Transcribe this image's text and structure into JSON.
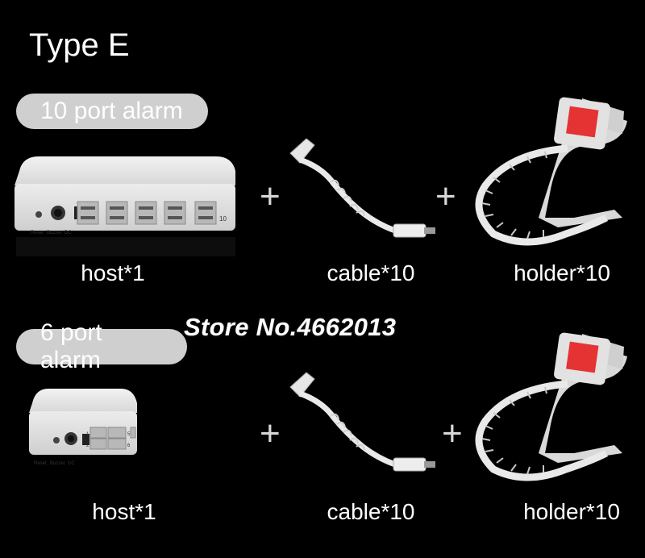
{
  "title": "Type E",
  "watermark": "Store No.4662013",
  "sections": [
    {
      "badge": "10 port alarm",
      "items": [
        {
          "label": "host*1",
          "host_panel_labels": [
            "Reset",
            "Buzzer",
            "DC"
          ],
          "port_number": "10"
        },
        {
          "symbol": "+"
        },
        {
          "label": "cable*10"
        },
        {
          "symbol": "+"
        },
        {
          "label": "holder*10"
        }
      ]
    },
    {
      "badge": "6 port alarm",
      "items": [
        {
          "label": "host*1",
          "host_panel_labels": [
            "Reset",
            "Buzzer",
            "DC"
          ],
          "port_numbers": [
            "1",
            "2",
            "5",
            "6"
          ]
        },
        {
          "symbol": "+"
        },
        {
          "label": "cable*10"
        },
        {
          "symbol": "+"
        },
        {
          "label": "holder*10"
        }
      ]
    }
  ]
}
